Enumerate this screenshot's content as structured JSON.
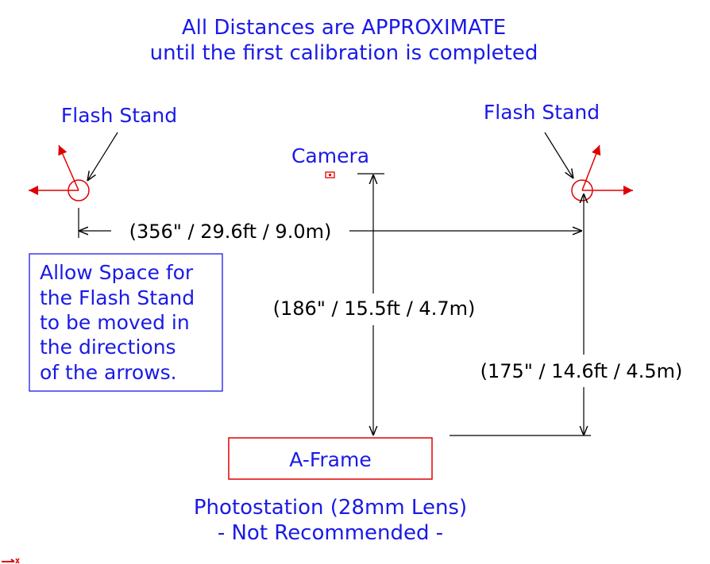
{
  "header": {
    "line1": "All Distances are APPROXIMATE",
    "line2": "until the first calibration is completed"
  },
  "labels": {
    "flash_stand_left": "Flash Stand",
    "flash_stand_right": "Flash Stand",
    "camera": "Camera",
    "a_frame": "A-Frame"
  },
  "dimensions": {
    "horizontal": "(356\" / 29.6ft / 9.0m)",
    "camera_to_frame": "(186\" / 15.5ft / 4.7m)",
    "flash_to_frame": "(175\" / 14.6ft / 4.5m)"
  },
  "note": {
    "lines": [
      "Allow Space for",
      "the Flash Stand",
      "to be moved in",
      "the directions",
      "of the arrows."
    ]
  },
  "footer": {
    "line1": "Photostation (28mm Lens)",
    "line2": "- Not Recommended -"
  },
  "colors": {
    "text": "#1a1ae6",
    "annotation": "#000000",
    "stand": "#e00000",
    "frame": "#e00000"
  }
}
